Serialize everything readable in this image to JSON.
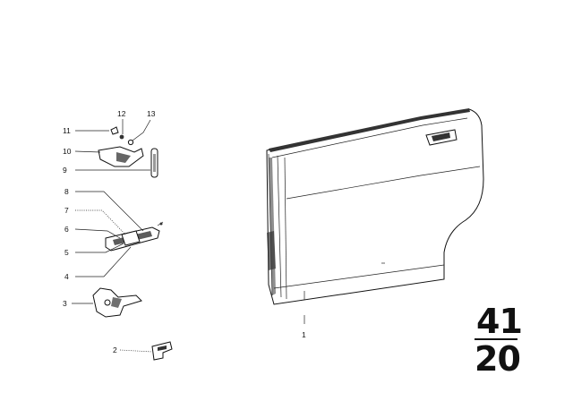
{
  "callouts": {
    "n1": "1",
    "n2": "2",
    "n3": "3",
    "n4": "4",
    "n5": "5",
    "n6": "6",
    "n7": "7",
    "n8": "8",
    "n9": "9",
    "n10": "10",
    "n11": "11",
    "n12": "12",
    "n13": "13"
  },
  "page_reference": {
    "group": "41",
    "sheet": "20"
  }
}
